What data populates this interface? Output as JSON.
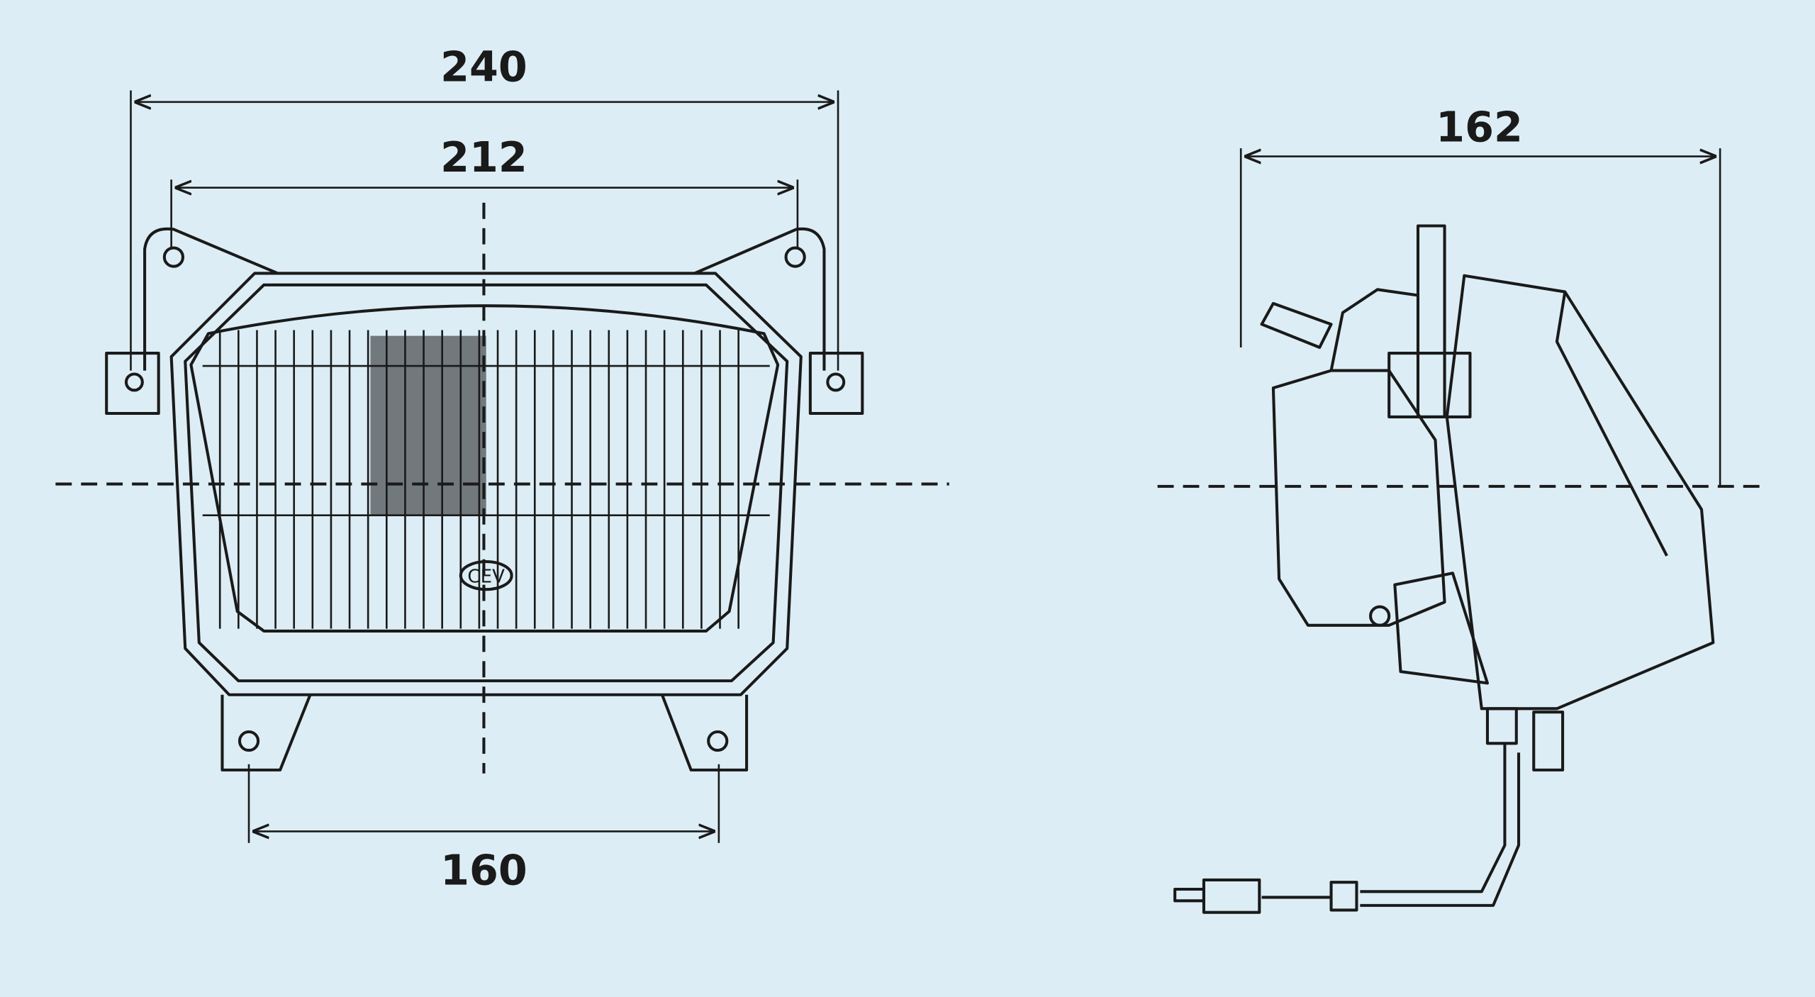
{
  "drawing": {
    "front_view": {
      "overall_width": "240",
      "mount_spacing_top": "212",
      "mount_spacing_bottom": "160",
      "logo": "CEV"
    },
    "side_view": {
      "depth": "162"
    }
  },
  "colors": {
    "background": "#dcedf5",
    "line": "#1a1a1a"
  }
}
